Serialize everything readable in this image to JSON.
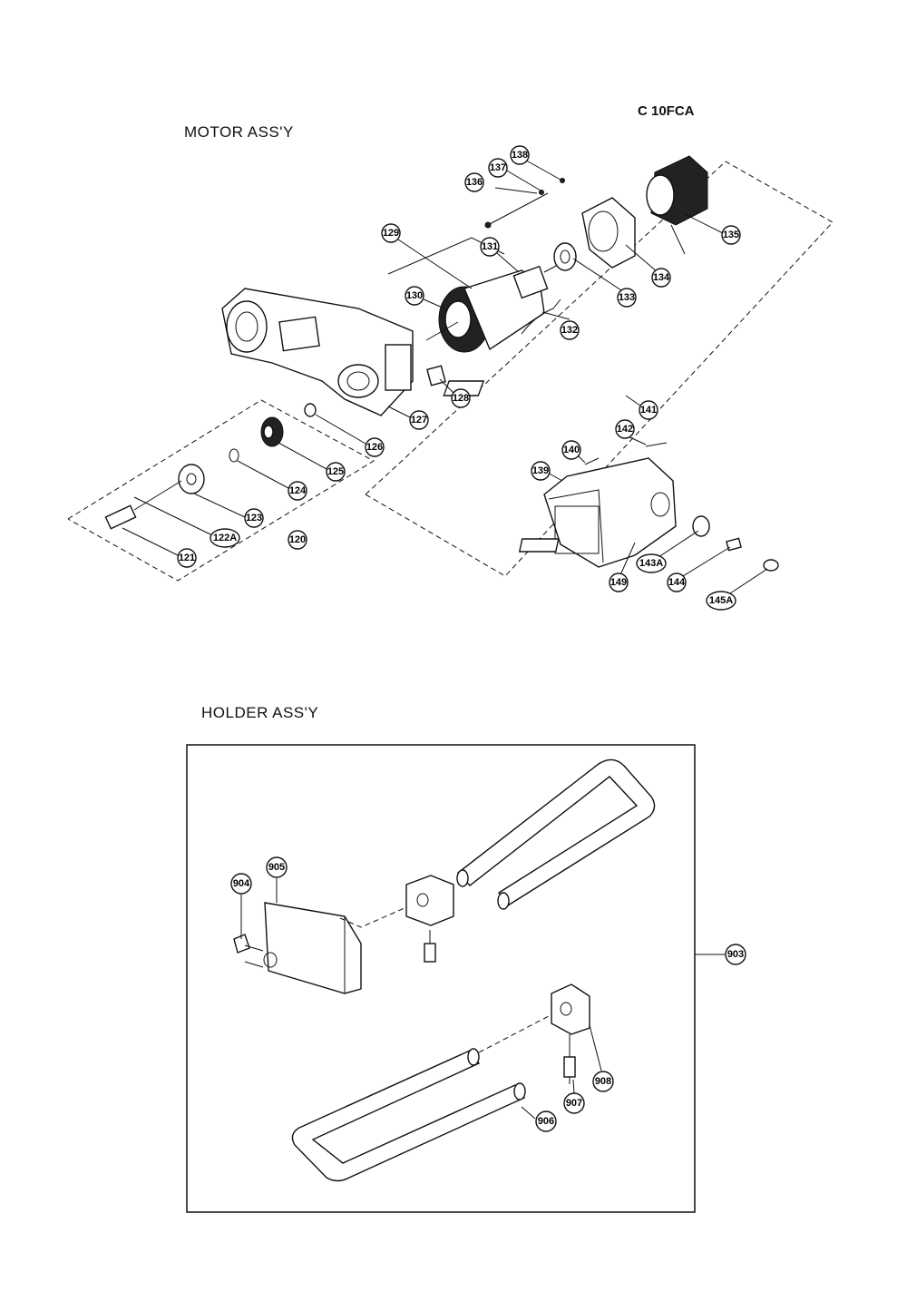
{
  "header": {
    "model_code": "C 10FCA",
    "motor_title": "MOTOR ASS'Y",
    "holder_title": "HOLDER ASS'Y"
  },
  "motor_callouts": [
    "138",
    "137",
    "136",
    "135",
    "134",
    "133",
    "132",
    "131",
    "130",
    "129",
    "128",
    "127",
    "126",
    "125",
    "124",
    "123",
    "122A",
    "121",
    "120",
    "141",
    "142",
    "140",
    "139",
    "143A",
    "149",
    "144",
    "145A"
  ],
  "holder_callouts": [
    "905",
    "904",
    "903",
    "908",
    "907",
    "906"
  ]
}
